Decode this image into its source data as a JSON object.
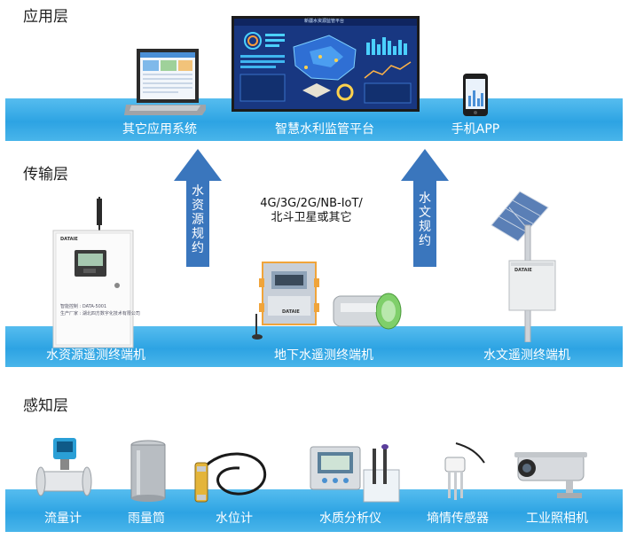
{
  "layers": {
    "application": "应用层",
    "transmission": "传输层",
    "perception": "感知层"
  },
  "application_band": {
    "items": [
      "其它应用系统",
      "智慧水利监管平台",
      "手机APP"
    ]
  },
  "platform_screen": {
    "title": "新疆水资源监管平台"
  },
  "transmission_band": {
    "items": [
      "水资源遥测终端机",
      "地下水遥测终端机",
      "水文遥测终端机"
    ]
  },
  "arrows": {
    "left": [
      "水",
      "资",
      "源",
      "规",
      "约"
    ],
    "right": [
      "水",
      "文",
      "规",
      "约"
    ]
  },
  "network": {
    "line1": "4G/3G/2G/NB-IoT/",
    "line2": "北斗卫星或其它"
  },
  "terminal_cabinet": {
    "brand": "DATAIE",
    "line1": "智能控制 : DATA-5001",
    "line2": "生产厂家 : 湖北四方数字化技术有限公司"
  },
  "underground_terminal": {
    "brand": "DATAIE"
  },
  "hydro_terminal": {
    "brand": "DATAIE"
  },
  "perception_band": {
    "items": [
      "流量计",
      "雨量筒",
      "水位计",
      "水质分析仪",
      "墒情传感器",
      "工业照相机"
    ]
  },
  "colors": {
    "band": "#2da3e3",
    "arrow": "#3a76bd",
    "screen_bg": "#1a3a8a"
  }
}
